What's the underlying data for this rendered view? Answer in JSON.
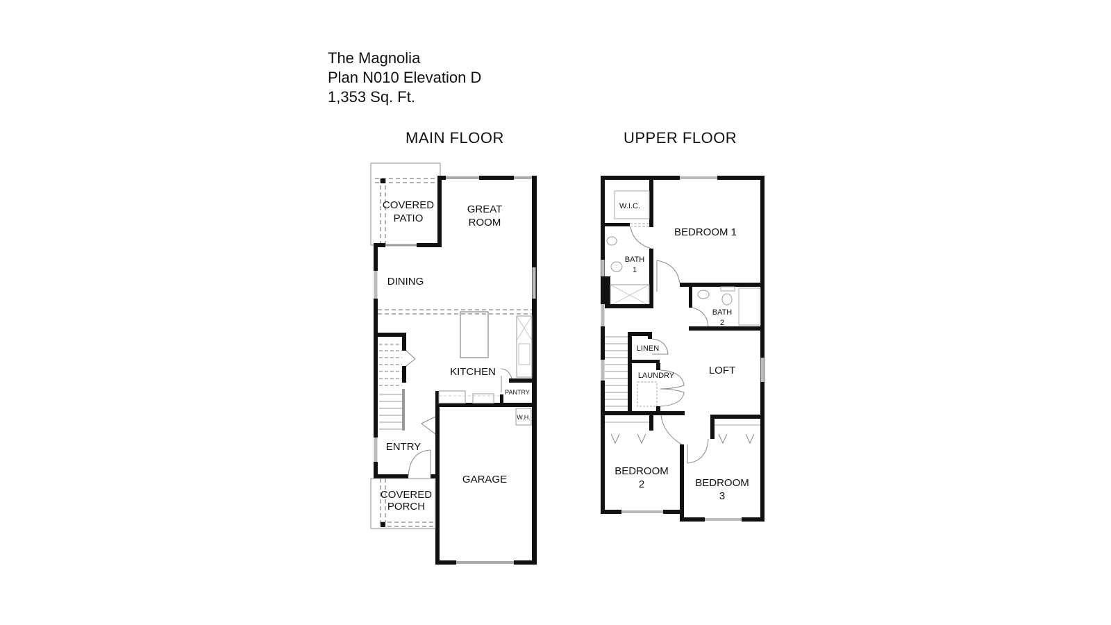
{
  "header": {
    "plan_name": "The Magnolia",
    "plan_code": "Plan N010 Elevation D",
    "square_feet": "1,353 Sq. Ft."
  },
  "main_floor": {
    "label": "MAIN FLOOR",
    "rooms": {
      "covered_patio_1": "COVERED",
      "covered_patio_2": "PATIO",
      "great_room_1": "GREAT",
      "great_room_2": "ROOM",
      "dining": "DINING",
      "kitchen": "KITCHEN",
      "pantry": "PANTRY",
      "water_heater": "W.H.",
      "entry": "ENTRY",
      "garage": "GARAGE",
      "covered_porch_1": "COVERED",
      "covered_porch_2": "PORCH"
    }
  },
  "upper_floor": {
    "label": "UPPER FLOOR",
    "rooms": {
      "wic": "W.I.C.",
      "bedroom_1": "BEDROOM 1",
      "bath_1_a": "BATH",
      "bath_1_b": "1",
      "bath_2_a": "BATH",
      "bath_2_b": "2",
      "linen": "LINEN",
      "laundry": "LAUNDRY",
      "loft": "LOFT",
      "bedroom_2_a": "BEDROOM",
      "bedroom_2_b": "2",
      "bedroom_3_a": "BEDROOM",
      "bedroom_3_b": "3"
    }
  },
  "colors": {
    "wall": "#111111",
    "fixture": "#999999",
    "background": "#ffffff"
  }
}
